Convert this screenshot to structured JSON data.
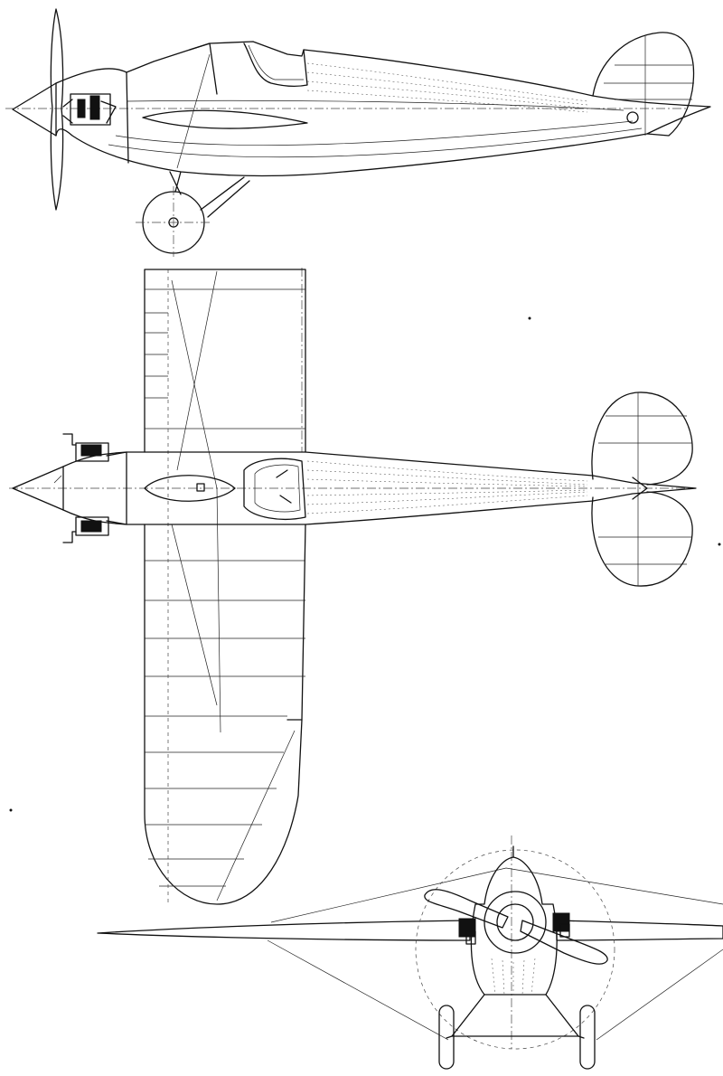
{
  "drawing": {
    "views": [
      "side-view",
      "top-view",
      "front-view"
    ],
    "colors": {
      "ink": "#111111",
      "paper": "#ffffff"
    },
    "icons": [
      "propeller-icon",
      "wheel-icon",
      "engine-icon",
      "cockpit-icon"
    ]
  }
}
